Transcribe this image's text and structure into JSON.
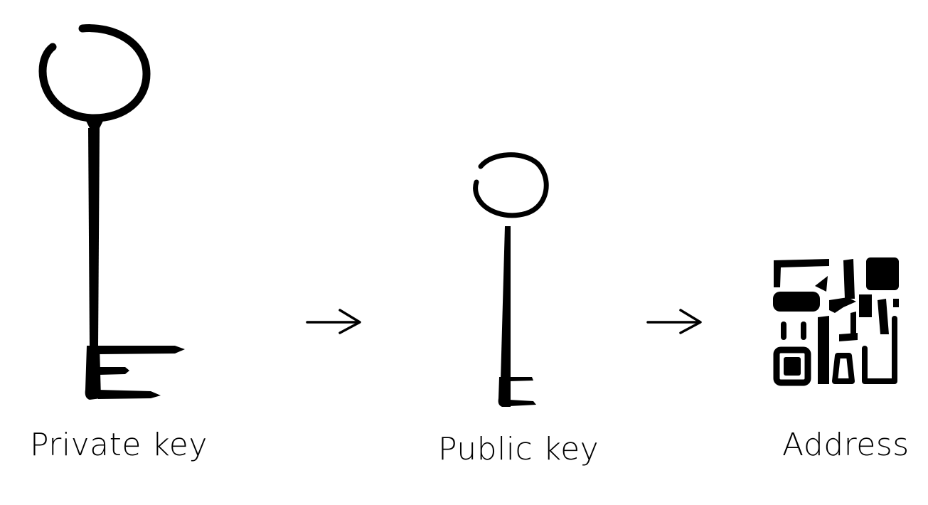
{
  "nodes": [
    {
      "id": "private",
      "label": "Private key",
      "icon": "large-key-icon"
    },
    {
      "id": "public",
      "label": "Public key",
      "icon": "small-key-icon"
    },
    {
      "id": "address",
      "label": "Address",
      "icon": "qr-code-icon"
    }
  ],
  "edges": [
    {
      "from": "private",
      "to": "public",
      "icon": "arrow-right-icon"
    },
    {
      "from": "public",
      "to": "address",
      "icon": "arrow-right-icon"
    }
  ],
  "colors": {
    "ink": "#000000",
    "background": "#ffffff"
  }
}
